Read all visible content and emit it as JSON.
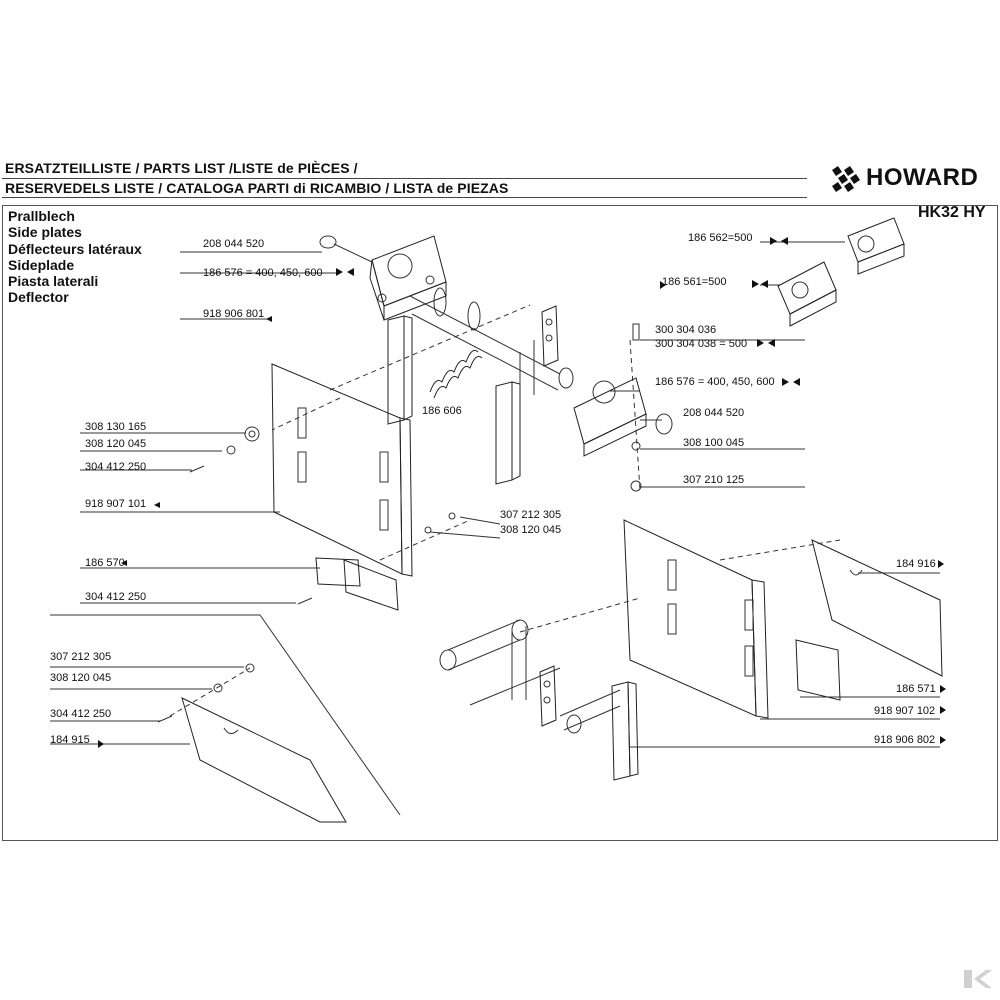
{
  "header": {
    "line1": "ERSATZTEILLISTE / PARTS LIST /LISTE de PIÈCES /",
    "line2": "RESERVEDELS LISTE / CATALOGA PARTI di RICAMBIO / LISTA de PIEZAS",
    "brand": "HOWARD",
    "model": "HK32 HY"
  },
  "title": {
    "de": "Prallblech",
    "en": "Side plates",
    "fr": "Déflecteurs latéraux",
    "da": "Sideplade",
    "it": "Piasta laterali",
    "es": "Deflector"
  },
  "parts": {
    "p208044520a": "208 044 520",
    "p186576a": "186 576 = 400, 450, 600",
    "p918906801": "918 906 801",
    "p308130165": "308 130 165",
    "p308120045a": "308 120 045",
    "p304412250a": "304 412 250",
    "p918907101": "918 907 101",
    "p186570": "186 570",
    "p304412250b": "304 412 250",
    "p307212305a": "307 212 305",
    "p308120045b": "308 120 045",
    "p186606": "186 606",
    "p186562": "186 562=500",
    "p186561": "186 561=500",
    "p300304036": "300 304 036",
    "p300304038": "300 304 038 = 500",
    "p186576b": "186 576 = 400, 450, 600",
    "p208044520b": "208 044 520",
    "p308100045": "308 100 045",
    "p307210125": "307 210 125",
    "p184916": "184 916",
    "p186571": "186 571",
    "p918907102": "918 907 102",
    "p918906802": "918 906 802",
    "p307212305b": "307 212 305",
    "p308120045c": "308 120 045",
    "p304412250c": "304 412 250",
    "p184915": "184 915"
  },
  "colors": {
    "ink": "#111111",
    "line": "#333333",
    "watermark": "#d0d0d0"
  }
}
